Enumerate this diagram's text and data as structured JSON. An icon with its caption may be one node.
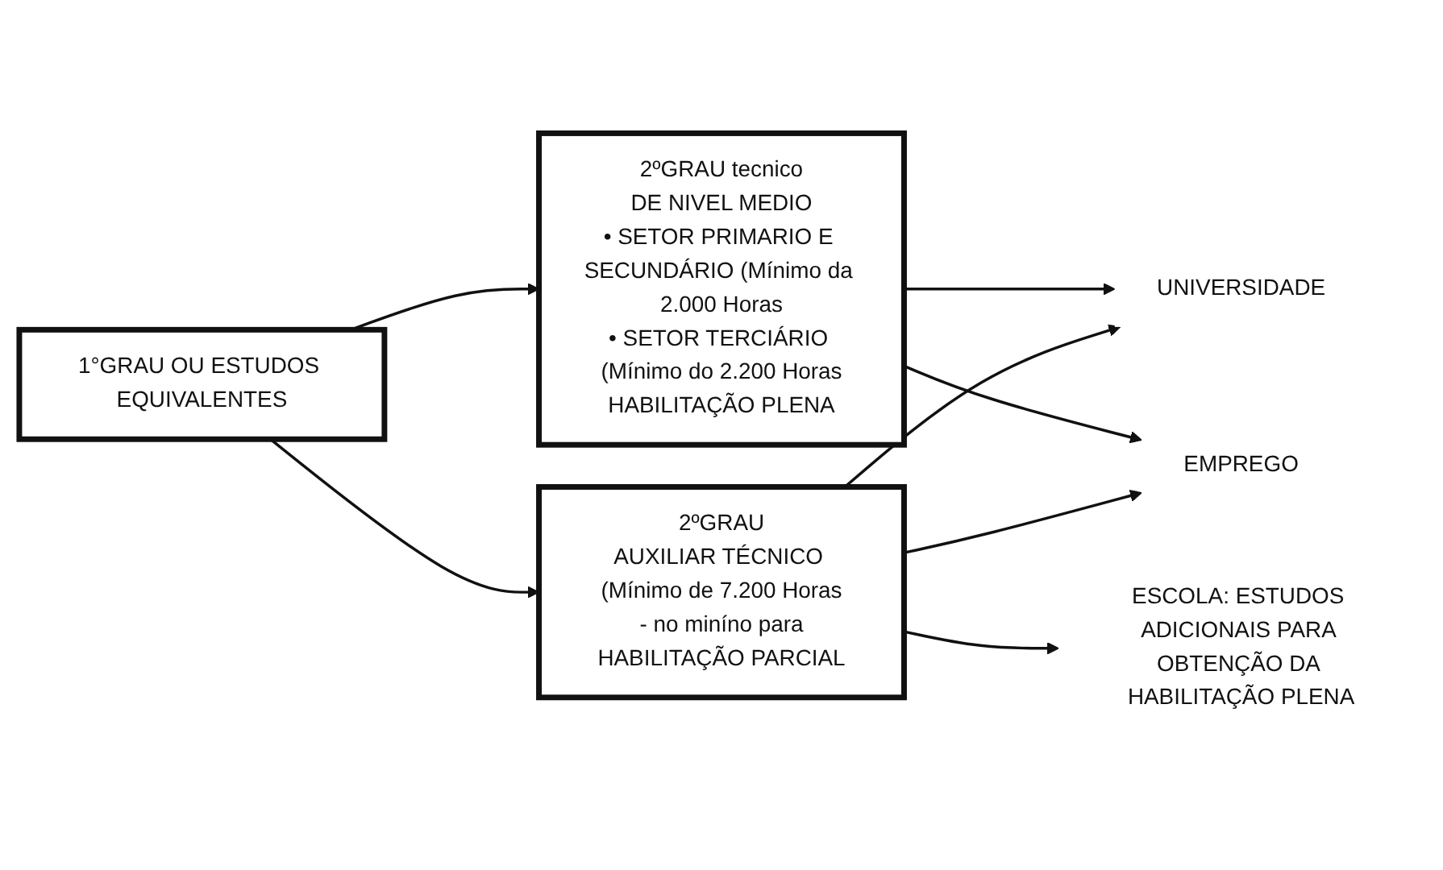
{
  "diagram": {
    "nodes": [
      {
        "text": [
          "1°GRAU OU ESTUDOS EQUIVALENTES"
        ]
      },
      {
        "text": [
          "2ºGRAU tecnico",
          "DE NIVEL MEDIO",
          "• SETOR PRIMARIO E SECUNDÁRIO (Mínimo da 2.000 Horas",
          "• SETOR TERCIÁRIO (Mínimo do 2.200 Horas",
          "HABILITAÇÃO PLENA"
        ]
      },
      {
        "text": [
          "2ºGRAU",
          "AUXILIAR TÉCNICO (Mínimo de 7.200 Horas",
          "- no miníno para",
          "HABILITAÇÃO PARCIAL"
        ]
      },
      {
        "text": [
          "UNIVERSIDADE"
        ]
      },
      {
        "text": [
          "EMPREGO"
        ]
      },
      {
        "text": [
          "ESCOLA: ESTUDOS ADICIONAIS PARA OBTENÇÃO DA HABILITAÇÃO PLENA"
        ]
      }
    ],
    "edges": [
      {
        "from": 0,
        "to": 1,
        "arrow": "to"
      },
      {
        "from": 0,
        "to": 2,
        "arrow": "to"
      },
      {
        "from": 1,
        "to": 3,
        "arrow": "to"
      },
      {
        "from": 1,
        "to": 4,
        "arrow": "to"
      },
      {
        "from": 2,
        "to": 3,
        "arrow": "to"
      },
      {
        "from": 2,
        "to": 4,
        "arrow": "to"
      },
      {
        "from": 2,
        "to": 5,
        "arrow": "to"
      }
    ]
  }
}
